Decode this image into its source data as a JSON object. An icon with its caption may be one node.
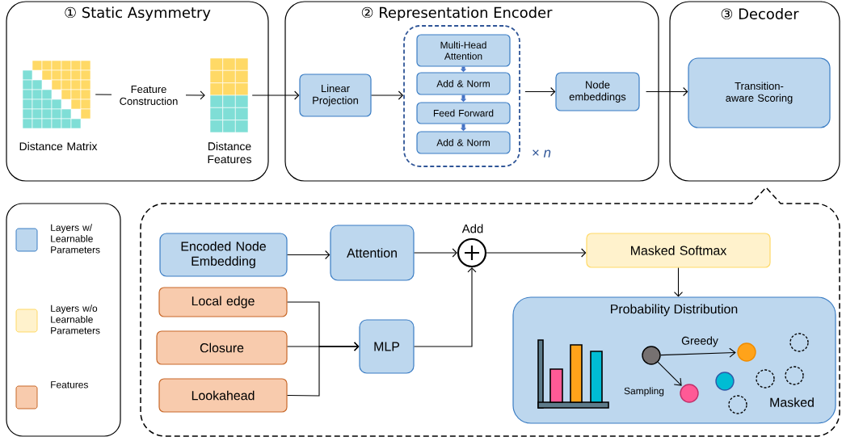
{
  "diagram": {
    "nodes": [
      {
        "text": [
          "① Static Asymmetry"
        ]
      },
      {
        "text": [
          "Distance Matrix"
        ],
        "in": 0
      },
      {
        "text": [
          "Distance Features"
        ],
        "in": 0
      },
      {
        "text": [
          "② Representation Encoder"
        ]
      },
      {
        "text": [
          "Linear Projection"
        ],
        "in": 3
      },
      {
        "text": [],
        "shape": "box",
        "beside": [
          "× *n*"
        ],
        "in": 3
      },
      {
        "text": [
          "Multi-Head Attention"
        ],
        "in": 5
      },
      {
        "text": [
          "Add & Norm"
        ],
        "in": 5
      },
      {
        "text": [
          "Feed Forward"
        ],
        "in": 5
      },
      {
        "text": [
          "Add & Norm"
        ],
        "in": 5
      },
      {
        "text": [
          "Node embeddings"
        ],
        "in": 3
      },
      {
        "text": [
          "③ Decoder"
        ]
      },
      {
        "text": [
          "Transition-aware Scoring"
        ],
        "in": 11
      },
      {
        "text": [],
        "shape": "box"
      },
      {
        "text": [
          "Encoded Node Embedding"
        ],
        "in": 13
      },
      {
        "text": [
          "Attention"
        ],
        "in": 13
      },
      {
        "text": [
          "Add"
        ],
        "in": 13
      },
      {
        "text": [
          "Masked Softmax"
        ],
        "in": 13
      },
      {
        "text": [
          "Local edge"
        ],
        "in": 13
      },
      {
        "text": [
          "Closure"
        ],
        "in": 13
      },
      {
        "text": [
          "Lookahead"
        ],
        "in": 13
      },
      {
        "text": [
          "MLP"
        ],
        "in": 13
      },
      {
        "text": [
          "Probability Distribution"
        ],
        "in": 13
      },
      {
        "text": [],
        "shape": "circle",
        "in": 22
      },
      {
        "text": [],
        "shape": "circle",
        "in": 22
      },
      {
        "text": [],
        "shape": "circle",
        "in": 22
      },
      {
        "text": [],
        "shape": "circle",
        "in": 22
      },
      {
        "text": [],
        "shape": "circle",
        "in": 22
      },
      {
        "text": [],
        "shape": "circle",
        "in": 22
      },
      {
        "text": [],
        "shape": "circle",
        "in": 22
      },
      {
        "text": [],
        "shape": "circle",
        "in": 22
      }
    ],
    "edges": [
      {
        "from": 1,
        "to": 2,
        "arrow": "to",
        "label": "Feature Construction"
      },
      {
        "from": 2,
        "to": 4,
        "arrow": "to"
      },
      {
        "from": 4,
        "to": 5,
        "arrow": "to"
      },
      {
        "from": 6,
        "to": 7,
        "arrow": "to",
        "style": "thick",
        "color": "#4472c4"
      },
      {
        "from": 7,
        "to": 8,
        "arrow": "to",
        "style": "thick",
        "color": "#4472c4"
      },
      {
        "from": 8,
        "to": 9,
        "arrow": "to",
        "style": "thick",
        "color": "#4472c4"
      },
      {
        "from": 5,
        "to": 10,
        "arrow": "to"
      },
      {
        "from": 10,
        "to": 12,
        "arrow": "to"
      },
      {
        "from": 14,
        "to": 15,
        "arrow": "to"
      },
      {
        "from": 15,
        "to": 16,
        "arrow": "to"
      },
      {
        "from": 18,
        "to": 21,
        "arrow": "to"
      },
      {
        "from": 19,
        "to": 21,
        "arrow": "to"
      },
      {
        "from": 20,
        "to": 21,
        "arrow": "to"
      },
      {
        "from": 21,
        "to": 16,
        "arrow": "to"
      },
      {
        "from": 16,
        "to": 17,
        "arrow": "to"
      },
      {
        "from": 17,
        "to": 22,
        "arrow": "to"
      },
      {
        "from": 23,
        "to": 24,
        "arrow": "to",
        "label": "Greedy"
      },
      {
        "from": 23,
        "to": 25,
        "arrow": "to",
        "label": "Sampling"
      }
    ],
    "labels": [
      "Masked"
    ],
    "legend": [
      {
        "text": "Layers w/ Learnable Parameters",
        "color": "#bdd7ee"
      },
      {
        "text": "Layers w/o Learnable Parameters",
        "color": "#fff2cc"
      },
      {
        "text": "Features",
        "color": "#f8cbad"
      }
    ]
  }
}
